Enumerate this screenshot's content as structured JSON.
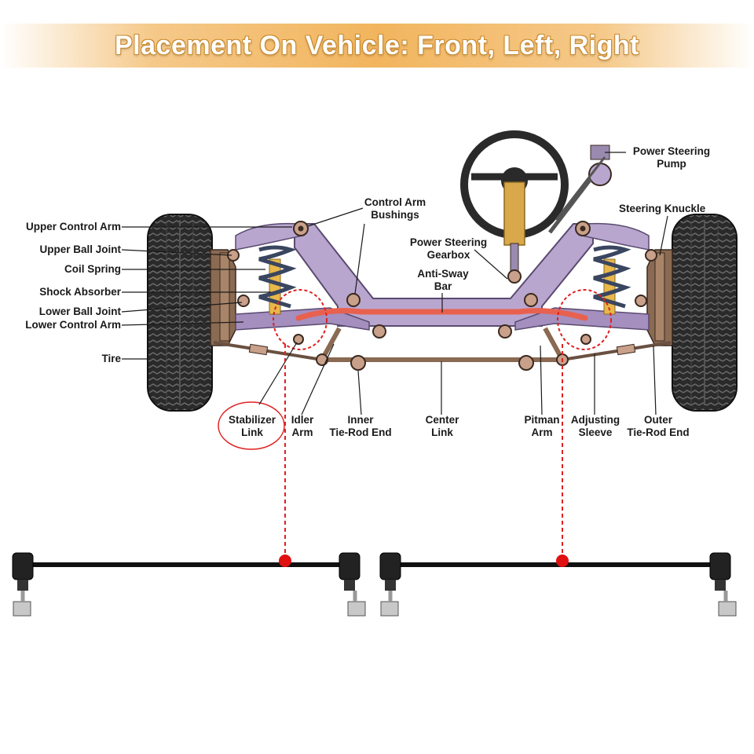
{
  "banner": {
    "title": "Placement On Vehicle: Front, Left, Right"
  },
  "labels": {
    "upper_control_arm": "Upper Control Arm",
    "upper_ball_joint": "Upper Ball Joint",
    "coil_spring": "Coil Spring",
    "shock_absorber": "Shock Absorber",
    "lower_ball_joint": "Lower Ball Joint",
    "lower_control_arm": "Lower Control Arm",
    "tire": "Tire",
    "control_arm_bushings_1": "Control Arm",
    "control_arm_bushings_2": "Bushings",
    "power_steering_gearbox_1": "Power Steering",
    "power_steering_gearbox_2": "Gearbox",
    "anti_sway_bar_1": "Anti-Sway",
    "anti_sway_bar_2": "Bar",
    "power_steering_pump_1": "Power Steering",
    "power_steering_pump_2": "Pump",
    "steering_knuckle": "Steering Knuckle",
    "stabilizer_link_1": "Stabilizer",
    "stabilizer_link_2": "Link",
    "idler_arm_1": "Idler",
    "idler_arm_2": "Arm",
    "inner_tie_rod_end_1": "Inner",
    "inner_tie_rod_end_2": "Tie-Rod End",
    "center_link_1": "Center",
    "center_link_2": "Link",
    "pitman_arm_1": "Pitman",
    "pitman_arm_2": "Arm",
    "adjusting_sleeve_1": "Adjusting",
    "adjusting_sleeve_2": "Sleeve",
    "outer_tie_rod_end_1": "Outer",
    "outer_tie_rod_end_2": "Tie-Rod End"
  },
  "colors": {
    "frame": "#b9a6cf",
    "frame_dark": "#7d6a97",
    "anti_sway_bar": "#e8614f",
    "highlight": "#e02020",
    "tire": "#2a2a2a",
    "steering_column": "#d9a84a",
    "spring": "#3a4660",
    "shock": "#e8b84a",
    "link_bar": "#111111"
  }
}
